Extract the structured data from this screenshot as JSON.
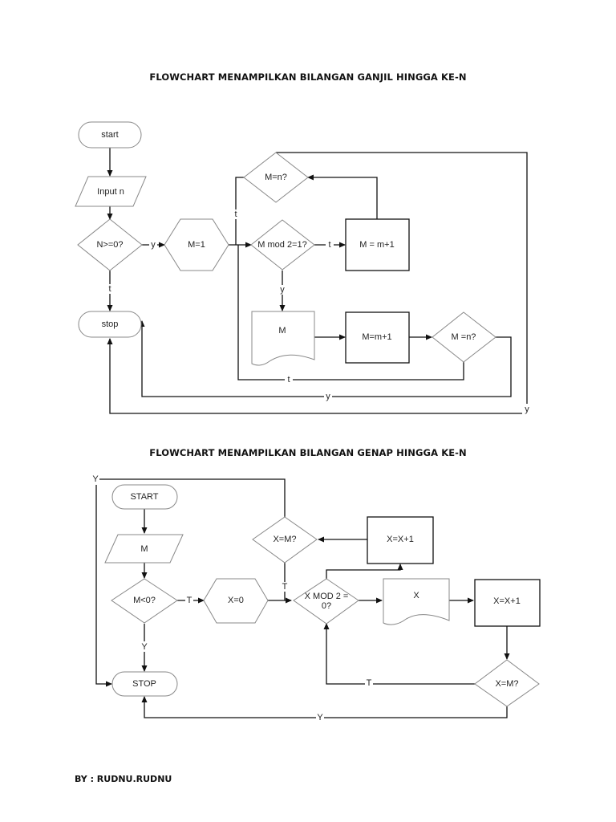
{
  "document": {
    "title_odd": "FLOWCHART MENAMPILKAN BILANGAN GANJIL HINGGA KE-N",
    "title_even": "FLOWCHART MENAMPILKAN BILANGAN GENAP HINGGA KE-N",
    "credit": "BY : RUDNU.RUDNU"
  },
  "flow_odd": {
    "nodes": {
      "start": "start",
      "input": "Input n",
      "check_n": "N>=0?",
      "init": "M=1",
      "check_mod": "M mod 2=1?",
      "inc_top": "M = m+1",
      "check_eq_top": "M=n?",
      "output": "M",
      "inc_bottom": "M=m+1",
      "check_eq_bottom": "M =n?",
      "stop": "stop"
    },
    "edges": {
      "check_n_yes": "y",
      "check_n_no": "t",
      "check_mod_no": "t",
      "check_mod_yes": "y",
      "check_eq_top_no": "t",
      "check_eq_top_yes": "y",
      "check_eq_bottom_no": "t",
      "check_eq_bottom_yes": "y"
    }
  },
  "flow_even": {
    "nodes": {
      "start": "START",
      "input": "M",
      "check_m": "M<0?",
      "init": "X=0",
      "check_mod_line1": "X MOD 2 =",
      "check_mod_line2": "0?",
      "inc_top": "X=X+1",
      "check_eq_top": "X=M?",
      "output": "X",
      "inc_right": "X=X+1",
      "check_eq_bottom": "X=M?",
      "stop": "STOP"
    },
    "edges": {
      "check_m_no": "T",
      "check_m_yes": "Y",
      "check_eq_top_no": "T",
      "check_eq_top_yes": "Y",
      "check_eq_bottom_no": "T",
      "check_eq_bottom_yes": "Y"
    }
  }
}
